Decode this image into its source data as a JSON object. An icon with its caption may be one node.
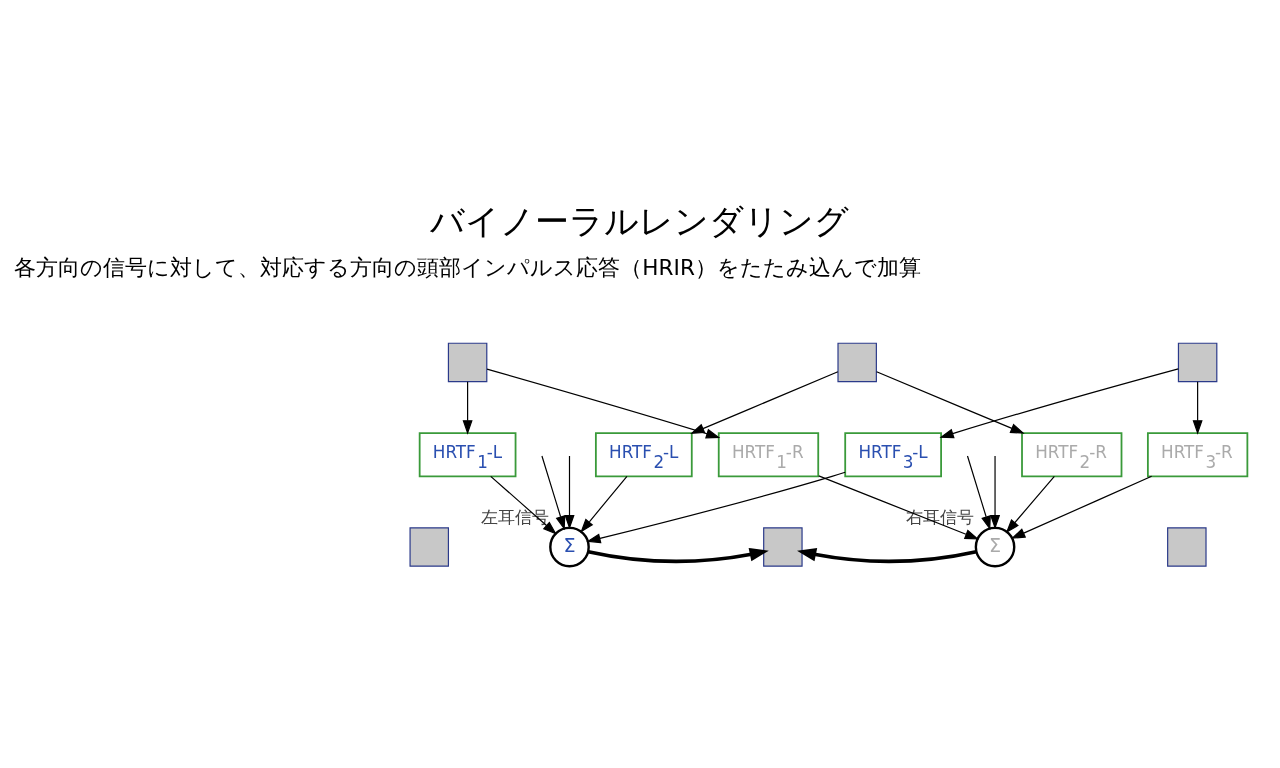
{
  "diagram": {
    "title": "バイノーラルレンダリング",
    "nodes": [
      {
        "text": [],
        "shape": "box"
      },
      {
        "text": [],
        "shape": "box"
      },
      {
        "text": [],
        "shape": "box"
      },
      {
        "text": [
          "HRTF$_{1}$-L"
        ]
      },
      {
        "text": [
          "HRTF$_{1}$-R"
        ]
      },
      {
        "text": [
          "HRTF$_{2}$-L"
        ]
      },
      {
        "text": [
          "HRTF$_{2}$-R"
        ]
      },
      {
        "text": [
          "HRTF$_{3}$-L"
        ]
      },
      {
        "text": [
          "HRTF$_{3}$-R"
        ]
      },
      {
        "text": [],
        "shape": "box"
      },
      {
        "text": [
          "Σ"
        ],
        "beside": [
          "左耳信号"
        ]
      },
      {
        "text": [],
        "shape": "box"
      },
      {
        "text": [
          "Σ"
        ],
        "beside": [
          "右耳信号"
        ]
      },
      {
        "text": [],
        "shape": "box"
      }
    ],
    "edges": [
      {
        "from": 0,
        "to": 3,
        "arrow": "to"
      },
      {
        "from": 0,
        "to": 4,
        "arrow": "to"
      },
      {
        "from": 1,
        "to": 5,
        "arrow": "to"
      },
      {
        "from": 1,
        "to": 6,
        "arrow": "to"
      },
      {
        "from": 2,
        "to": 7,
        "arrow": "to"
      },
      {
        "from": 2,
        "to": 8,
        "arrow": "to"
      },
      {
        "from": 3,
        "to": 10,
        "arrow": "to"
      },
      {
        "from": 5,
        "to": 10,
        "arrow": "to"
      },
      {
        "from": 7,
        "to": 10,
        "arrow": "to"
      },
      {
        "from": null,
        "to": 10,
        "arrow": "to"
      },
      {
        "from": null,
        "to": 10,
        "arrow": "to"
      },
      {
        "from": 4,
        "to": 12,
        "arrow": "to"
      },
      {
        "from": 6,
        "to": 12,
        "arrow": "to"
      },
      {
        "from": 8,
        "to": 12,
        "arrow": "to"
      },
      {
        "from": null,
        "to": 12,
        "arrow": "to"
      },
      {
        "from": null,
        "to": 12,
        "arrow": "to"
      },
      {
        "from": 10,
        "to": 11,
        "arrow": "to",
        "style": "thick"
      },
      {
        "from": 12,
        "to": 11,
        "arrow": "to",
        "style": "thick"
      }
    ],
    "labels": [
      "各方向の信号に対して、対応する方向の頭部インパルス応答（HRIR）をたたみ込んで加算"
    ]
  }
}
